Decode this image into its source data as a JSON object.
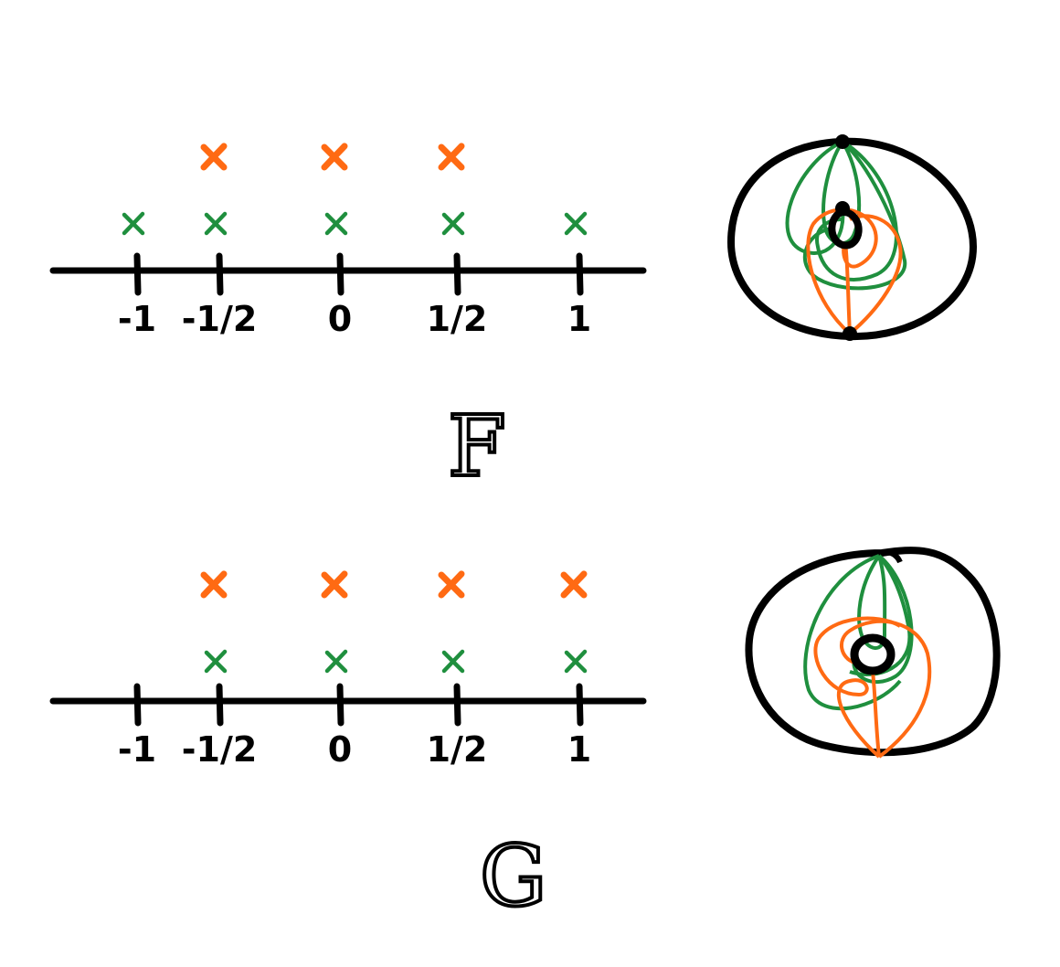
{
  "colors": {
    "ink": "#000000",
    "green": "#1f8f3e",
    "orange": "#ff6a13"
  },
  "panels": [
    {
      "id": "F",
      "letter": "F",
      "tick_labels": [
        "-1",
        "-1/2",
        "0",
        "1/2",
        "1"
      ],
      "tick_values": [
        -1,
        -0.5,
        0,
        0.5,
        1
      ],
      "green_marks_at": [
        -1,
        -0.5,
        0,
        0.5,
        1
      ],
      "orange_marks_at": [
        -0.5,
        0,
        0.5
      ]
    },
    {
      "id": "G",
      "letter": "G",
      "tick_labels": [
        "-1",
        "-1/2",
        "0",
        "1/2",
        "1"
      ],
      "tick_values": [
        -1,
        -0.5,
        0,
        0.5,
        1
      ],
      "green_marks_at": [
        -0.5,
        0,
        0.5,
        1
      ],
      "orange_marks_at": [
        -0.5,
        0,
        0.5,
        1
      ]
    }
  ]
}
